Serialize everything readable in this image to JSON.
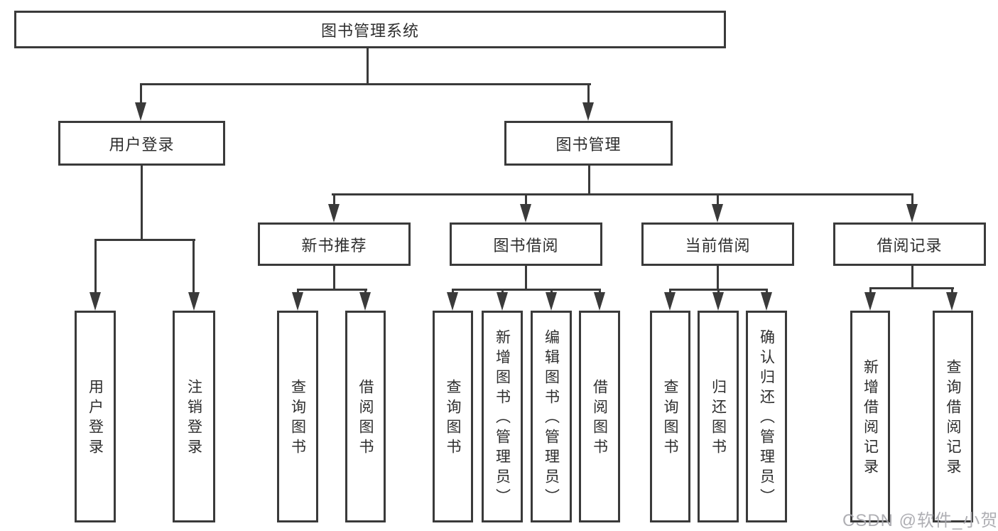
{
  "diagram": {
    "title": "图书管理系统",
    "branches": [
      {
        "label": "用户登录",
        "children": [
          "用户登录",
          "注销登录"
        ]
      },
      {
        "label": "图书管理",
        "children": [
          {
            "label": "新书推荐",
            "children": [
              "查询图书",
              "借阅图书"
            ]
          },
          {
            "label": "图书借阅",
            "children": [
              "查询图书",
              "新增图书（管理员）",
              "编辑图书（管理员）",
              "借阅图书"
            ]
          },
          {
            "label": "当前借阅",
            "children": [
              "查询图书",
              "归还图书",
              "确认归还（管理员）"
            ]
          },
          {
            "label": "借阅记录",
            "children": [
              "新增借阅记录",
              "查询借阅记录"
            ]
          }
        ]
      }
    ]
  },
  "watermark": {
    "text": "CSDN @软件_小贺同学"
  },
  "colors": {
    "line": "#3a3a3a",
    "border": "#3a3a3a",
    "text": "#2e2e2e",
    "background": "#ffffff",
    "watermark": "#a8a8ae"
  }
}
